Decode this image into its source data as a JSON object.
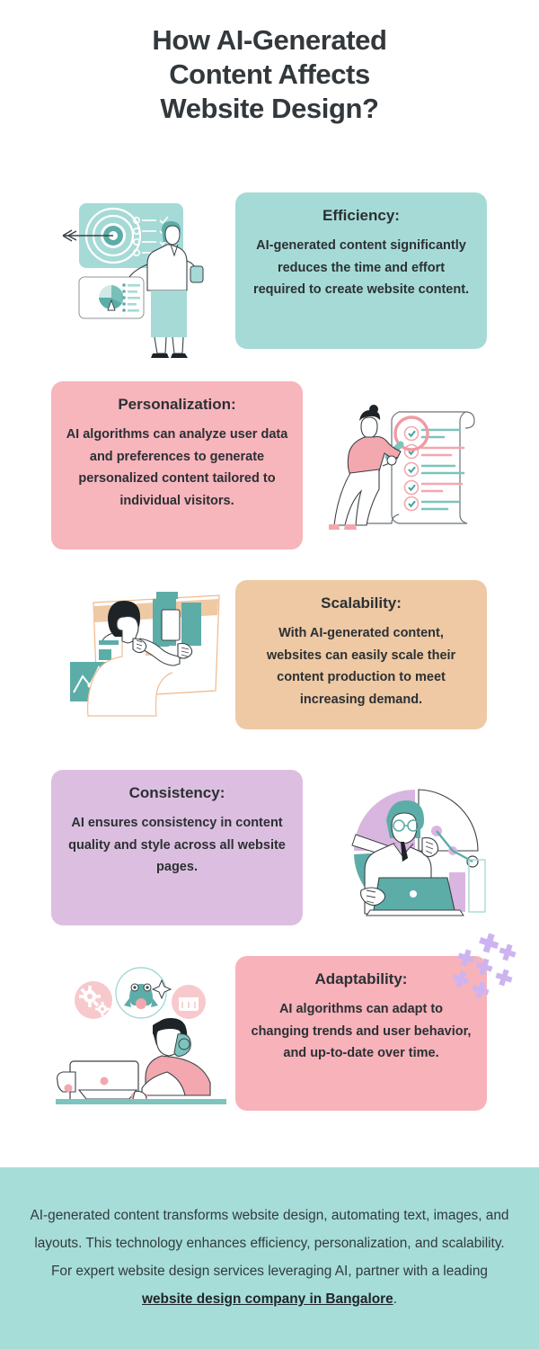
{
  "title": {
    "line1": "How AI-Generated",
    "line2": "Content Affects",
    "line3": "Website Design?"
  },
  "colors": {
    "teal": "#a6dad6",
    "pink": "#f7b5bc",
    "tan": "#eec9a4",
    "lavender": "#dcbfe0",
    "pink_alt": "#f7b2ba",
    "footer_teal": "#a6ddd9",
    "text_dark": "#2b3033",
    "page_background": "#ffffff",
    "sparkle_purple": "#cdb4f0"
  },
  "cards": [
    {
      "id": "efficiency",
      "title": "Efficiency:",
      "body": "AI-generated content significantly reduces the time and effort required to create website content.",
      "background": "#a6dad6",
      "side": "right",
      "illustration": "target-presentation-illustration"
    },
    {
      "id": "personalization",
      "title": "Personalization:",
      "body": "AI algorithms can analyze user data and preferences to generate personalized content tailored to individual visitors.",
      "background": "#f7b5bc",
      "side": "left",
      "illustration": "checklist-magnifier-illustration"
    },
    {
      "id": "scalability",
      "title": "Scalability:",
      "body": "With AI-generated content, websites can easily scale their content production to meet increasing demand.",
      "background": "#eec9a4",
      "side": "right",
      "illustration": "layout-builder-illustration"
    },
    {
      "id": "consistency",
      "title": "Consistency:",
      "body": "AI ensures consistency in content quality and style across all website pages.",
      "background": "#dcbfe0",
      "side": "left",
      "illustration": "analytics-laptop-illustration"
    },
    {
      "id": "adaptability",
      "title": "Adaptability:",
      "body": "AI algorithms can adapt to changing trends and user behavior, and up-to-date over time.",
      "background": "#f7b2ba",
      "side": "right",
      "illustration": "desk-computer-illustration"
    }
  ],
  "footer": {
    "text_before_link": "AI-generated content transforms website design, automating text, images, and layouts. This technology enhances efficiency, personalization, and scalability. For expert website design services leveraging AI, partner with a leading ",
    "link_text": "website design company in Bangalore",
    "text_after_link": "."
  }
}
